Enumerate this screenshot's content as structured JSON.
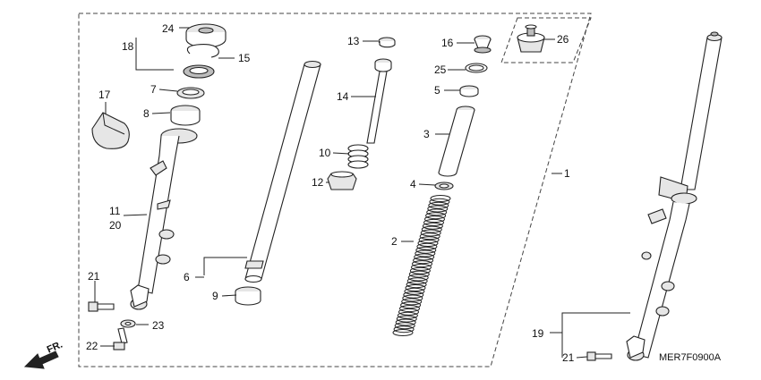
{
  "callouts": {
    "c1": "1",
    "c2": "2",
    "c3": "3",
    "c4": "4",
    "c5": "5",
    "c6": "6",
    "c7": "7",
    "c8": "8",
    "c9": "9",
    "c10": "10",
    "c11": "11",
    "c12": "12",
    "c13": "13",
    "c14": "14",
    "c15": "15",
    "c16": "16",
    "c17": "17",
    "c18": "18",
    "c19": "19",
    "c20": "20",
    "c21": "21",
    "c21b": "21",
    "c22": "22",
    "c23": "23",
    "c24": "24",
    "c25": "25",
    "c26": "26"
  },
  "direction_label": "FR.",
  "drawing_code": "MER7F0900A"
}
